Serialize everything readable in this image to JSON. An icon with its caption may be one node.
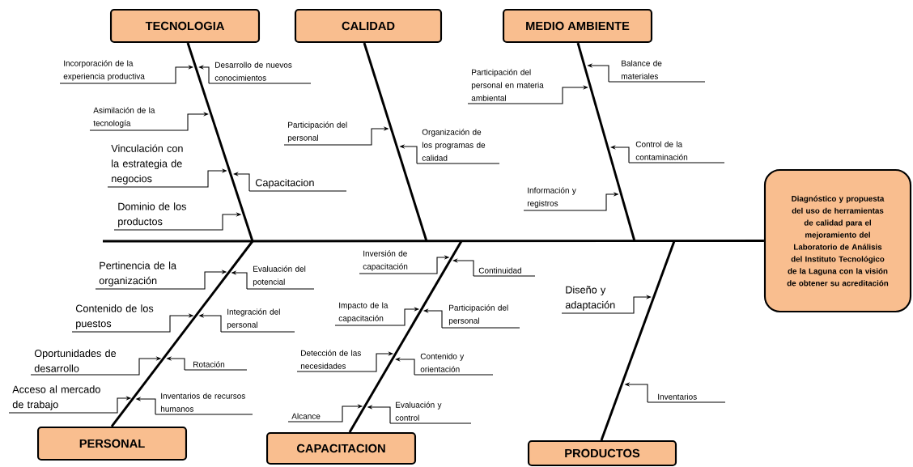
{
  "diagram": {
    "nodes": [
      {
        "text": [
          "TECNOLOGIA"
        ]
      },
      {
        "text": [
          "CALIDAD"
        ]
      },
      {
        "text": [
          "MEDIO AMBIENTE"
        ]
      },
      {
        "text": [
          "Diagnóstico y propuesta del uso de herramientas de calidad para el mejoramiento del Laboratorio de Análisis del Instituto Tecnológico de la Laguna con la visión de obtener su acreditación"
        ]
      },
      {
        "text": [
          "PERSONAL"
        ]
      },
      {
        "text": [
          "CAPACITACION"
        ]
      },
      {
        "text": [
          "PRODUCTOS"
        ]
      },
      {
        "text": [
          "Incorporación de la experiencia productiva"
        ]
      },
      {
        "text": [
          "Desarrollo de nuevos conocimientos"
        ]
      },
      {
        "text": [
          "Asimilación de la tecnología"
        ]
      },
      {
        "text": [
          "Vinculación con la estrategia de negocios"
        ]
      },
      {
        "text": [
          "Capacitacion"
        ]
      },
      {
        "text": [
          "Dominio de los productos"
        ]
      },
      {
        "text": [
          "Participación del personal"
        ]
      },
      {
        "text": [
          "Organización de los programas de calidad"
        ]
      },
      {
        "text": [
          "Participación del personal en materia ambiental"
        ]
      },
      {
        "text": [
          "Balance de materiales"
        ]
      },
      {
        "text": [
          "Control de la contaminación"
        ]
      },
      {
        "text": [
          "Información y registros"
        ]
      },
      {
        "text": [
          "Pertinencia de la organización"
        ]
      },
      {
        "text": [
          "Evaluación del potencial"
        ]
      },
      {
        "text": [
          "Contenido de los puestos"
        ]
      },
      {
        "text": [
          "Integración del personal"
        ]
      },
      {
        "text": [
          "Oportunidades de desarrollo"
        ]
      },
      {
        "text": [
          "Rotación"
        ]
      },
      {
        "text": [
          "Acceso al mercado de trabajo"
        ]
      },
      {
        "text": [
          "Inventarios de recursos humanos"
        ]
      },
      {
        "text": [
          "Inversión de capacitación"
        ]
      },
      {
        "text": [
          "Continuidad"
        ]
      },
      {
        "text": [
          "Impacto de la capacitación"
        ]
      },
      {
        "text": [
          "Participación del personal"
        ]
      },
      {
        "text": [
          "Detección de las necesidades"
        ]
      },
      {
        "text": [
          "Contenido y orientación"
        ]
      },
      {
        "text": [
          "Alcance"
        ]
      },
      {
        "text": [
          "Evaluación y control"
        ]
      },
      {
        "text": [
          "Diseño y adaptación"
        ]
      },
      {
        "text": [
          "Inventarios"
        ]
      }
    ],
    "edges": [
      {
        "from": 0,
        "to": null,
        "arrow": "none",
        "style": "thick"
      },
      {
        "from": 1,
        "to": null,
        "arrow": "none",
        "style": "thick"
      },
      {
        "from": 2,
        "to": null,
        "arrow": "none",
        "style": "thick"
      },
      {
        "from": 4,
        "to": null,
        "arrow": "none",
        "style": "thick"
      },
      {
        "from": 5,
        "to": null,
        "arrow": "none",
        "style": "thick"
      },
      {
        "from": 6,
        "to": null,
        "arrow": "none",
        "style": "thick"
      },
      {
        "from": null,
        "to": 3,
        "arrow": "none",
        "style": "thick"
      },
      {
        "from": 7,
        "to": null,
        "arrow": "to"
      },
      {
        "from": 8,
        "to": null,
        "arrow": "to"
      },
      {
        "from": 9,
        "to": null,
        "arrow": "to"
      },
      {
        "from": 10,
        "to": null,
        "arrow": "to"
      },
      {
        "from": 11,
        "to": null,
        "arrow": "to"
      },
      {
        "from": 12,
        "to": null,
        "arrow": "to"
      },
      {
        "from": 13,
        "to": null,
        "arrow": "to"
      },
      {
        "from": 14,
        "to": null,
        "arrow": "to"
      },
      {
        "from": 15,
        "to": null,
        "arrow": "to"
      },
      {
        "from": 16,
        "to": null,
        "arrow": "to"
      },
      {
        "from": 17,
        "to": null,
        "arrow": "to"
      },
      {
        "from": 18,
        "to": null,
        "arrow": "to"
      },
      {
        "from": 19,
        "to": null,
        "arrow": "to"
      },
      {
        "from": 20,
        "to": null,
        "arrow": "to"
      },
      {
        "from": 21,
        "to": null,
        "arrow": "to"
      },
      {
        "from": 22,
        "to": null,
        "arrow": "to"
      },
      {
        "from": 23,
        "to": null,
        "arrow": "to"
      },
      {
        "from": 24,
        "to": null,
        "arrow": "to"
      },
      {
        "from": 25,
        "to": null,
        "arrow": "to"
      },
      {
        "from": 26,
        "to": null,
        "arrow": "to"
      },
      {
        "from": 27,
        "to": null,
        "arrow": "to"
      },
      {
        "from": 28,
        "to": null,
        "arrow": "to"
      },
      {
        "from": 29,
        "to": null,
        "arrow": "to"
      },
      {
        "from": 30,
        "to": null,
        "arrow": "to"
      },
      {
        "from": 31,
        "to": null,
        "arrow": "to"
      },
      {
        "from": 32,
        "to": null,
        "arrow": "to"
      },
      {
        "from": 33,
        "to": null,
        "arrow": "to"
      },
      {
        "from": 34,
        "to": null,
        "arrow": "to"
      },
      {
        "from": 35,
        "to": null,
        "arrow": "to"
      },
      {
        "from": 36,
        "to": null,
        "arrow": "to"
      }
    ]
  }
}
